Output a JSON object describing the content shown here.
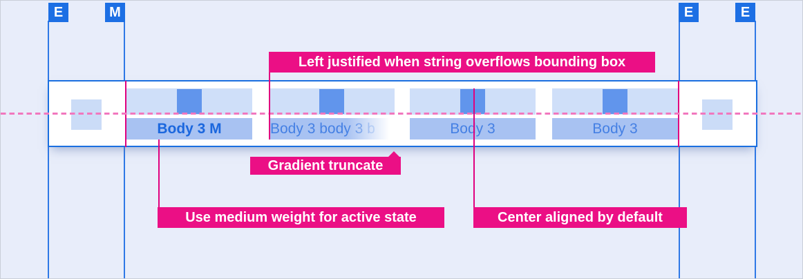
{
  "markers": [
    {
      "letter": "E"
    },
    {
      "letter": "M"
    },
    {
      "letter": "E"
    },
    {
      "letter": "E"
    }
  ],
  "tabbar": {
    "tabs": [
      {
        "label": "Body 3 M",
        "state": "active",
        "alignment": "center"
      },
      {
        "label": "Body 3 body 3 b",
        "state": "truncated",
        "alignment": "left"
      },
      {
        "label": "Body 3",
        "state": "default",
        "alignment": "center"
      },
      {
        "label": "Body 3",
        "state": "default",
        "alignment": "center"
      }
    ]
  },
  "annotations": {
    "left_justified": "Left justified when string overflows bounding box",
    "gradient_truncate": "Gradient truncate",
    "medium_weight": "Use medium weight for active state",
    "center_aligned": "Center aligned by default"
  },
  "colors": {
    "background": "#E8EDFA",
    "marker_blue": "#1C6FE4",
    "guide_blue": "#2E78E6",
    "band_border_blue": "#1A6FE0",
    "icon_area_blue": "#CFDFF9",
    "icon_blue": "#6195EC",
    "label_bg_blue": "#A8C2F2",
    "active_text_blue": "#1B67DE",
    "inactive_text_blue": "#4580E4",
    "annotation_pink": "#EB0F85",
    "leader_pink": "#E0007E",
    "dashed_baseline_pink": "#F177BE"
  }
}
